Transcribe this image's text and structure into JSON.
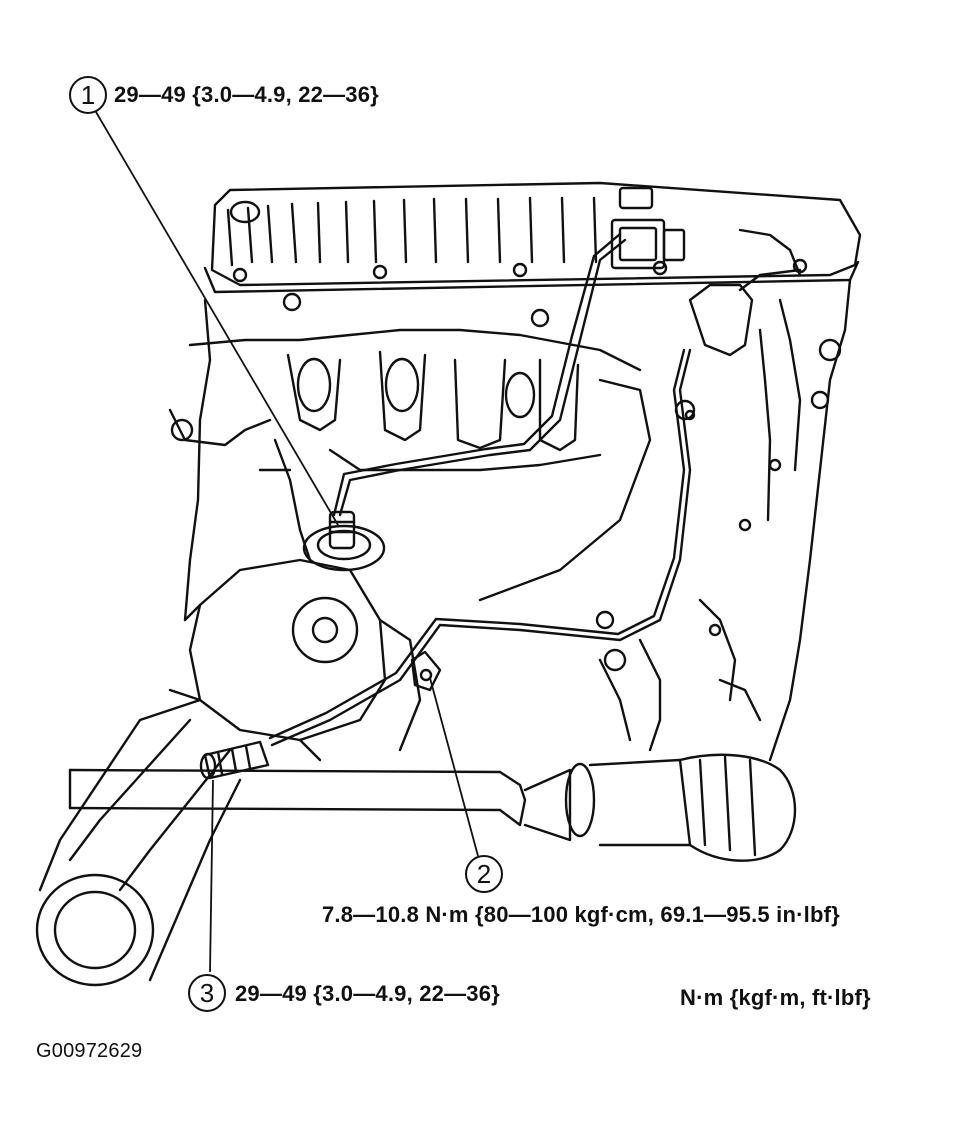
{
  "callouts": [
    {
      "num": "1",
      "torque": "29—49 {3.0—4.9, 22—36}"
    },
    {
      "num": "2",
      "torque": "7.8—10.8 N·m {80—100 kgf·cm, 69.1—95.5 in·lbf}"
    },
    {
      "num": "3",
      "torque": "29—49 {3.0—4.9, 22—36}"
    }
  ],
  "unit_legend": "N·m {kgf·m, ft·lbf}",
  "figure_id": "G00972629"
}
